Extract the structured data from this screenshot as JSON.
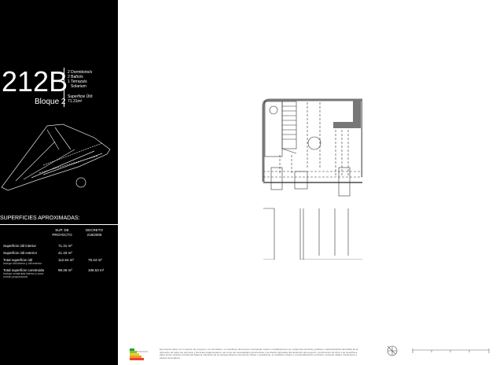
{
  "unit": {
    "code": "212B",
    "block": "Bloque 2",
    "features": [
      "2 Dormitorio/s",
      "2 Baño/s",
      "1 Terraza/s",
      "Solarium"
    ],
    "useful_label": "Superficie Útil:",
    "useful_value": "71.31m²"
  },
  "surfaces": {
    "title": "SUPERFICIES APROXIMADAS:",
    "col1": "SUP. DE PROYECTO",
    "col2": "DECRETO 218/2005",
    "rows": [
      {
        "label": "Superficie útil interior",
        "note": "",
        "a": "71.31 m²",
        "b": ""
      },
      {
        "label": "Superficie útil exterior",
        "note": "",
        "a": "41.33 m²",
        "b": ""
      },
      {
        "label": "Total superficie útil",
        "note": "Incluye útil interior y útil exterior",
        "a": "112.64 m²",
        "b": "78.44 m²"
      },
      {
        "label": "Total superficie construida",
        "note": "Incluye construida interior y zona común proporcional",
        "a": "99.36 m²",
        "b": "108.53 m²"
      }
    ]
  },
  "legal": "El presente plano es un avance de proyecto y es orientativo, no constituye documento contractual, sujeto a modificaciones por exigencias técnicas, jurídicas o administrativas derivadas de la obtención de todos los permisos y licencias reglamentarios, así como las necesidades constructivas o de diseño derivadas del desarrollo del proyecto y la Dirección de Obra. Las superficies útiles tienen carácter provisional hasta la obtención de la correspondiente Licencia de Obras. La jardinería, el mobiliario urbano y el amueblamiento es ficticio, teniendo validez únicamente a efectos decorativos.",
  "colors": {
    "panel": "#000000",
    "wall": "#777777"
  }
}
